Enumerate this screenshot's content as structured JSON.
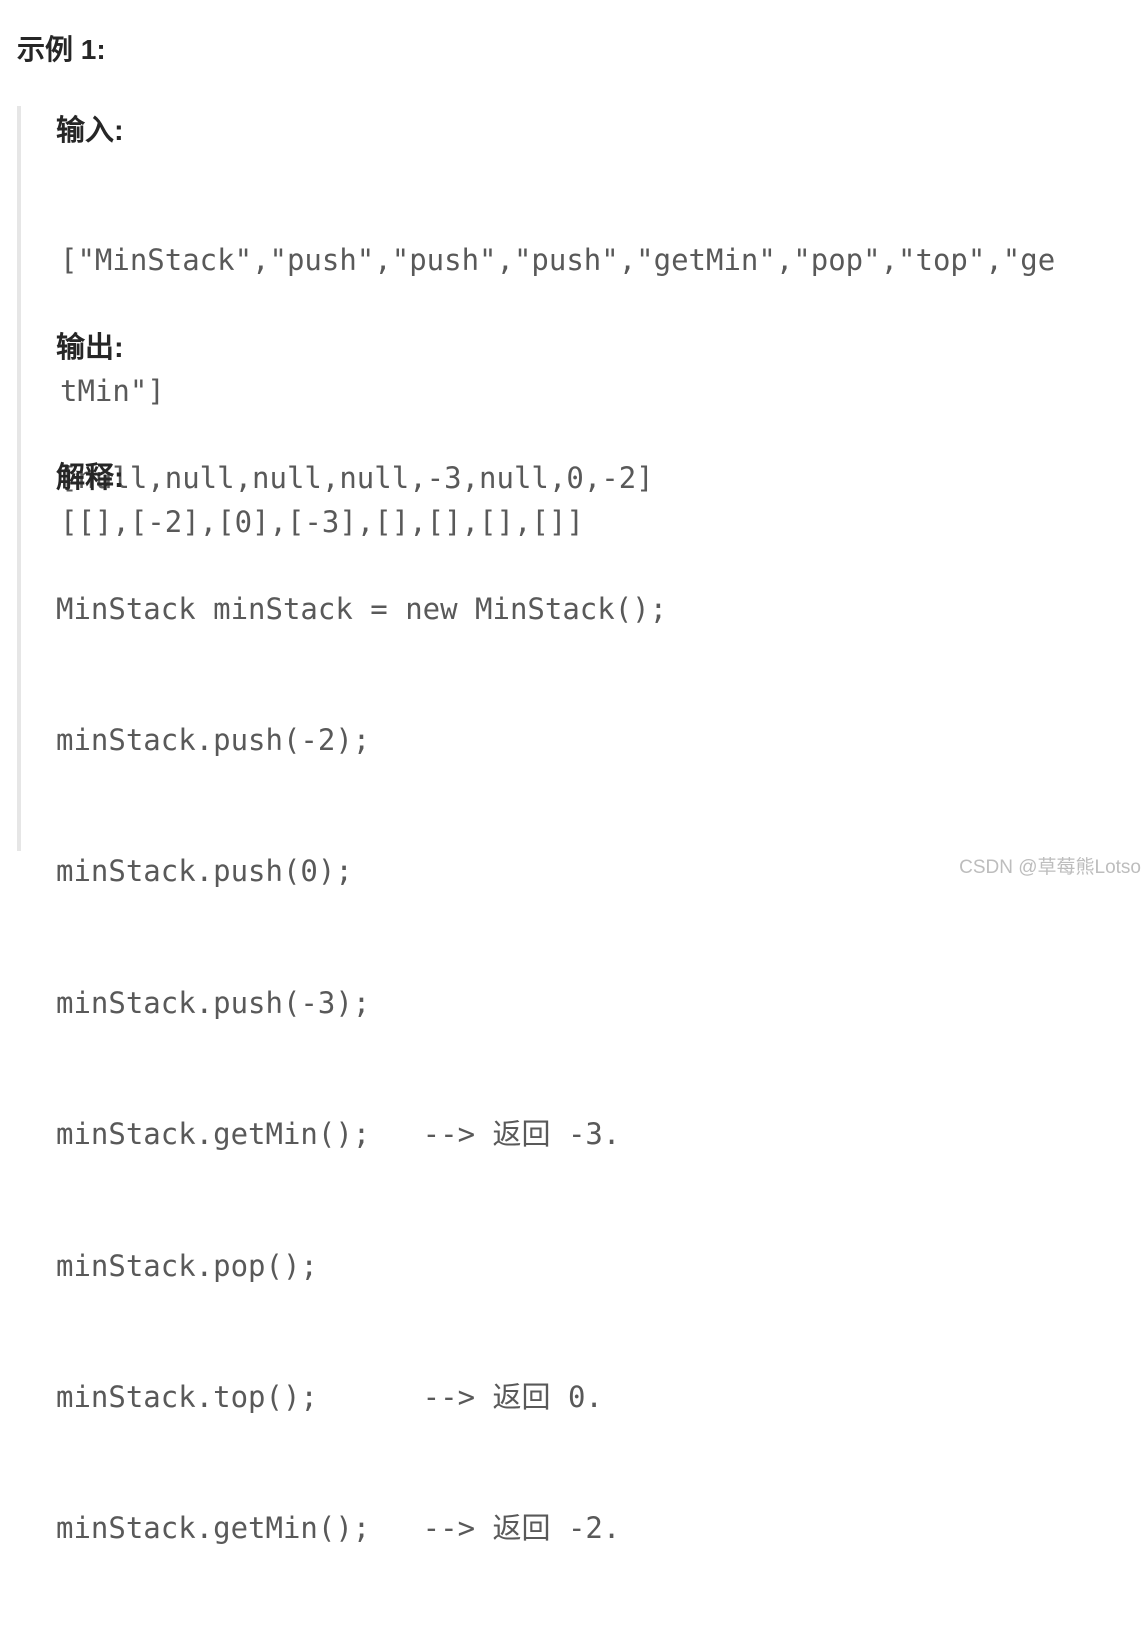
{
  "heading": "示例 1:",
  "input": {
    "label": "输入:",
    "lines": [
      "[\"MinStack\",\"push\",\"push\",\"push\",\"getMin\",\"pop\",\"top\",\"ge",
      "tMin\"]",
      "[[],[-2],[0],[-3],[],[],[],[]]"
    ]
  },
  "output": {
    "label": "输出:",
    "lines": [
      "[null,null,null,null,-3,null,0,-2]"
    ]
  },
  "explanation": {
    "label": "解释:",
    "lines": [
      "MinStack minStack = new MinStack();",
      "minStack.push(-2);",
      "minStack.push(0);",
      "minStack.push(-3);",
      "minStack.getMin();   --> 返回 -3.",
      "minStack.pop();",
      "minStack.top();      --> 返回 0.",
      "minStack.getMin();   --> 返回 -2."
    ]
  },
  "watermark": "CSDN @草莓熊Lotso"
}
